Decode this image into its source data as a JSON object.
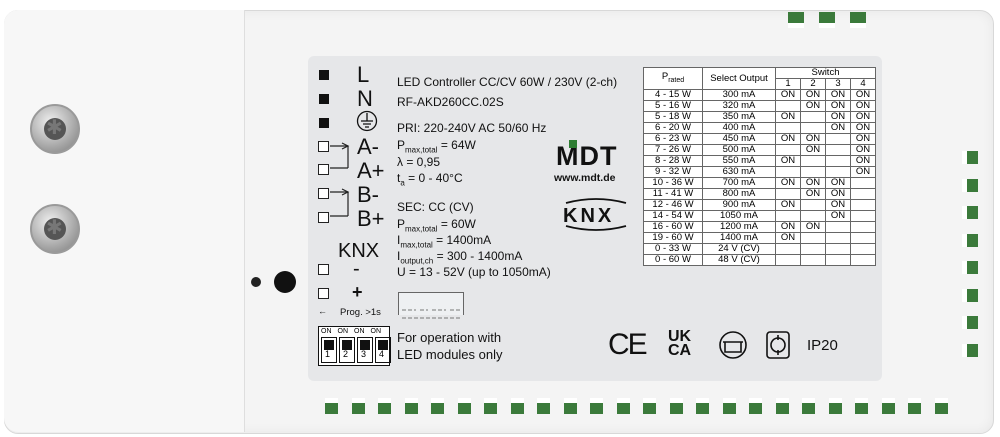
{
  "label": {
    "terminals": [
      "L",
      "N",
      "A-",
      "A+",
      "B-",
      "B+"
    ],
    "knx_term": "KNX",
    "knx_minus": "-",
    "knx_plus": "+",
    "prog": "Prog. >1s",
    "prog_arrow": "←",
    "title": "LED Controller CC/CV 60W / 230V (2-ch)",
    "model": "RF-AKD260CC.02S",
    "pri": "PRI: 220-240V AC 50/60 Hz",
    "pmax_p": "P",
    "pmax_sub": "max,total",
    "pmax_val": " = 64W",
    "lambda": "λ = 0,95",
    "ta_t": "t",
    "ta_sub": "a",
    "ta_val": " = 0 - 40°C",
    "sec": "SEC: CC (CV)",
    "sec_p": "P",
    "sec_psub": "max,total",
    "sec_pval": " = 60W",
    "imax_i": "I",
    "imax_sub": "max,total",
    "imax_val": " = 1400mA",
    "iout_i": "I",
    "iout_sub": "output,ch",
    "iout_val": " = 300 - 1400mA",
    "voltage": "U = 13 - 52V (up to 1050mA)",
    "brand": "MDT",
    "url": "www.mdt.de",
    "knx_logo": "KNX",
    "operation1": "For operation with",
    "operation2": "LED modules only",
    "ce": "CE",
    "ukca1": "UK",
    "ukca2": "CA",
    "ip": "IP20",
    "dip_on": [
      "ON",
      "ON",
      "ON",
      "ON"
    ],
    "dip_num": [
      "1",
      "2",
      "3",
      "4"
    ]
  },
  "table": {
    "h_prated": "P",
    "h_prated_sub": "rated",
    "h_select": "Select Output",
    "h_switch": "Switch",
    "h_nums": [
      "1",
      "2",
      "3",
      "4"
    ],
    "rows": [
      [
        "4 - 15 W",
        "300 mA",
        "ON",
        "ON",
        "ON",
        "ON"
      ],
      [
        "5 - 16 W",
        "320 mA",
        "",
        "ON",
        "ON",
        "ON"
      ],
      [
        "5 - 18 W",
        "350 mA",
        "ON",
        "",
        "ON",
        "ON"
      ],
      [
        "6 - 20 W",
        "400 mA",
        "",
        "",
        "ON",
        "ON"
      ],
      [
        "6 - 23 W",
        "450 mA",
        "ON",
        "ON",
        "",
        "ON"
      ],
      [
        "7 - 26 W",
        "500 mA",
        "",
        "ON",
        "",
        "ON"
      ],
      [
        "8 - 28 W",
        "550 mA",
        "ON",
        "",
        "",
        "ON"
      ],
      [
        "9 - 32 W",
        "630 mA",
        "",
        "",
        "",
        "ON"
      ],
      [
        "10 - 36 W",
        "700 mA",
        "ON",
        "ON",
        "ON",
        ""
      ],
      [
        "11 - 41 W",
        "800 mA",
        "",
        "ON",
        "ON",
        ""
      ],
      [
        "12 - 46 W",
        "900 mA",
        "ON",
        "",
        "ON",
        ""
      ],
      [
        "14 - 54 W",
        "1050 mA",
        "",
        "",
        "ON",
        ""
      ],
      [
        "16 - 60 W",
        "1200 mA",
        "ON",
        "ON",
        "",
        ""
      ],
      [
        "19 - 60 W",
        "1400 mA",
        "ON",
        "",
        "",
        ""
      ],
      [
        "0 - 33 W",
        "24 V (CV)",
        "",
        "",
        "",
        ""
      ],
      [
        "0 - 60 W",
        "48 V (CV)",
        "",
        "",
        "",
        ""
      ]
    ]
  }
}
